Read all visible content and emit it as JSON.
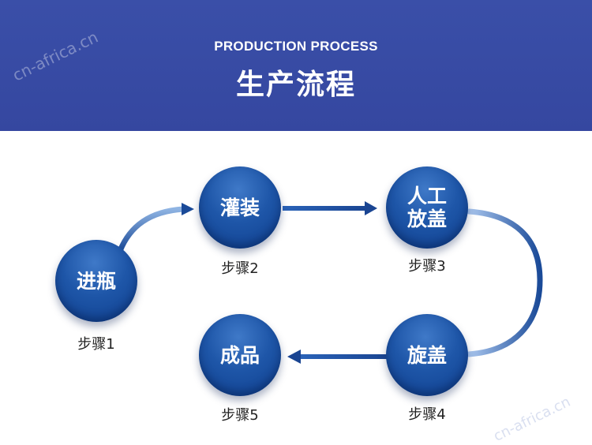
{
  "header": {
    "subtitle": "PRODUCTION PROCESS",
    "title": "生产流程"
  },
  "watermark": "cn-africa.cn",
  "colors": {
    "header_bg": "#3a4fa8",
    "node_blue": "#1e56a8",
    "arrow_blue": "#1f4f9f"
  },
  "steps": [
    {
      "label": "进瓶",
      "step": "步骤1"
    },
    {
      "label": "灌装",
      "step": "步骤2"
    },
    {
      "label": "人工放盖",
      "step": "步骤3"
    },
    {
      "label": "旋盖",
      "step": "步骤4"
    },
    {
      "label": "成品",
      "step": "步骤5"
    }
  ]
}
